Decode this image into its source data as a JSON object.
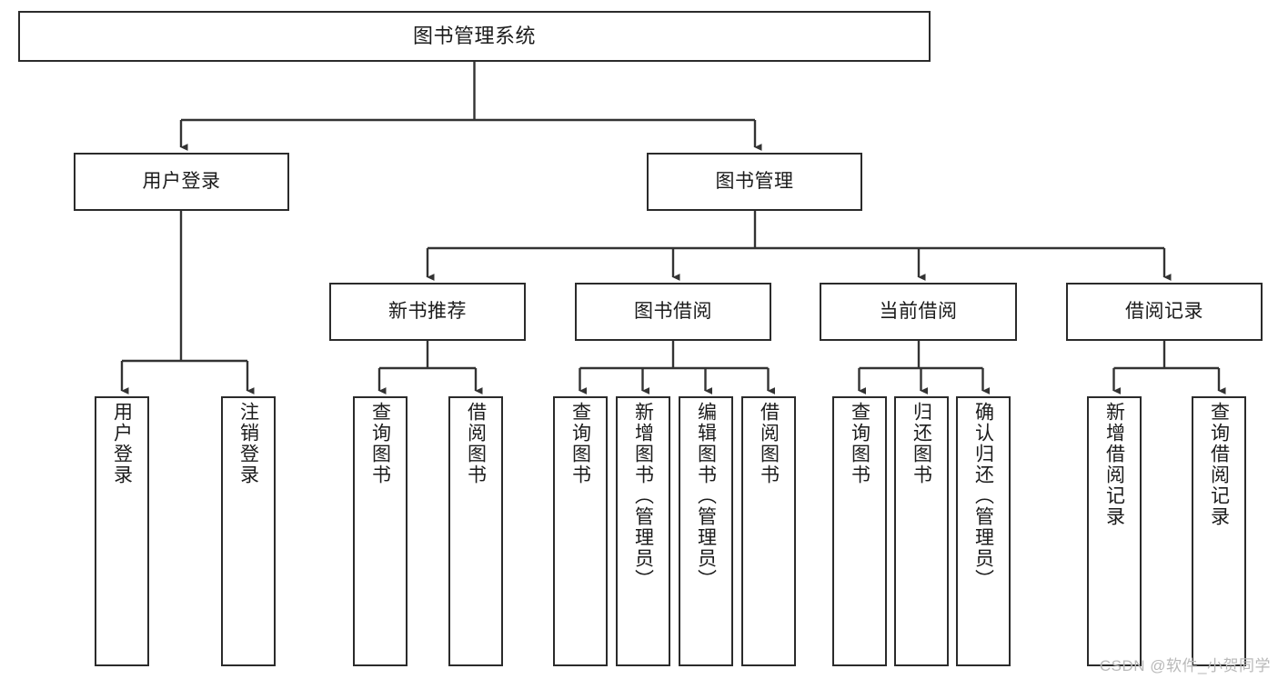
{
  "diagram": {
    "title": "图书管理系统",
    "type": "hierarchy-tree",
    "watermark": "CSDN @软件_小贺同学",
    "colors": {
      "box_border": "#2b2b2b",
      "box_fill": "#ffffff",
      "connector": "#333333",
      "text": "#1b1b1b",
      "watermark": "#b9b9b9"
    },
    "levels": {
      "root": {
        "label": "图书管理系统"
      },
      "level2": [
        {
          "label": "用户登录"
        },
        {
          "label": "图书管理"
        }
      ],
      "level3": [
        {
          "label": "新书推荐"
        },
        {
          "label": "图书借阅"
        },
        {
          "label": "当前借阅"
        },
        {
          "label": "借阅记录"
        }
      ],
      "leaves": {
        "user_login": [
          {
            "label": "用户登录"
          },
          {
            "label": "注销登录"
          }
        ],
        "new_book_recommend": [
          {
            "label": "查询图书"
          },
          {
            "label": "借阅图书"
          }
        ],
        "book_borrow": [
          {
            "label": "查询图书"
          },
          {
            "label": "新增图书（管理员）"
          },
          {
            "label": "编辑图书（管理员）"
          },
          {
            "label": "借阅图书"
          }
        ],
        "current_borrow": [
          {
            "label": "查询图书"
          },
          {
            "label": "归还图书"
          },
          {
            "label": "确认归还（管理员）"
          }
        ],
        "borrow_record": [
          {
            "label": "新增借阅记录"
          },
          {
            "label": "查询借阅记录"
          }
        ]
      }
    }
  }
}
